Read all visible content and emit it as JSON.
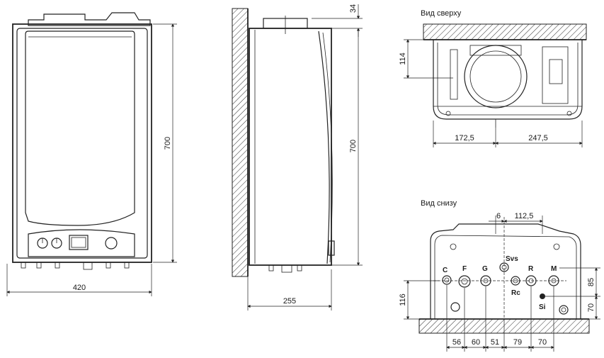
{
  "front_view": {
    "dim_width": "420",
    "dim_height": "700"
  },
  "side_view": {
    "dim_top": "34",
    "dim_height": "700",
    "dim_depth": "255"
  },
  "top_view": {
    "title": "Вид сверху",
    "dim_114": "114",
    "dim_left": "172,5",
    "dim_right": "247,5"
  },
  "bottom_view": {
    "title": "Вид снизу",
    "dim_6": "6",
    "dim_112_5": "112,5",
    "dim_116": "116",
    "dim_85": "85",
    "dim_70_right": "70",
    "bottom_dims": [
      "56",
      "60",
      "51",
      "79",
      "70"
    ],
    "connections": {
      "C": "C",
      "F": "F",
      "G": "G",
      "Svs": "Svs",
      "R": "R",
      "M": "M",
      "Rc": "Rc",
      "Si": "Si"
    }
  }
}
